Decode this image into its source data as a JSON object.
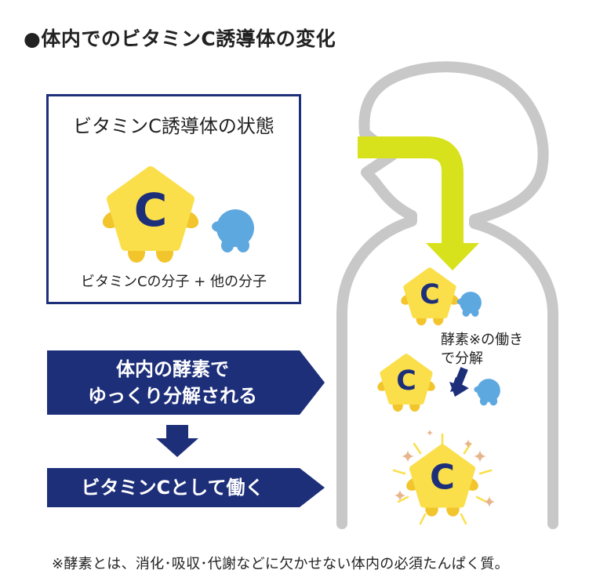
{
  "heading": "●体内でのビタミンC誘導体の変化",
  "state_box": {
    "title": "ビタミンC誘導体の状態",
    "caption": "ビタミンCの分子 + 他の分子"
  },
  "steps": [
    {
      "lines": [
        "体内の酵素で",
        "ゆっくり分解される"
      ]
    },
    {
      "lines": [
        "ビタミンCとして働く"
      ]
    }
  ],
  "molecule_letter": "C",
  "enzyme_note": {
    "line1": "酵素※の働き",
    "line2": "で分解"
  },
  "footnote": "※酵素とは、消化･吸収･代謝などに欠かせない体内の必須たんぱく質。",
  "colors": {
    "navy": "#1e2f7a",
    "yellow": "#fadf4a",
    "yellow_dark": "#f2c52c",
    "blue_molecule": "#5ea8e0",
    "lime_arrow": "#d8e21c",
    "body_outline": "#c8c8c8",
    "sparkle": "#e8b48c"
  }
}
